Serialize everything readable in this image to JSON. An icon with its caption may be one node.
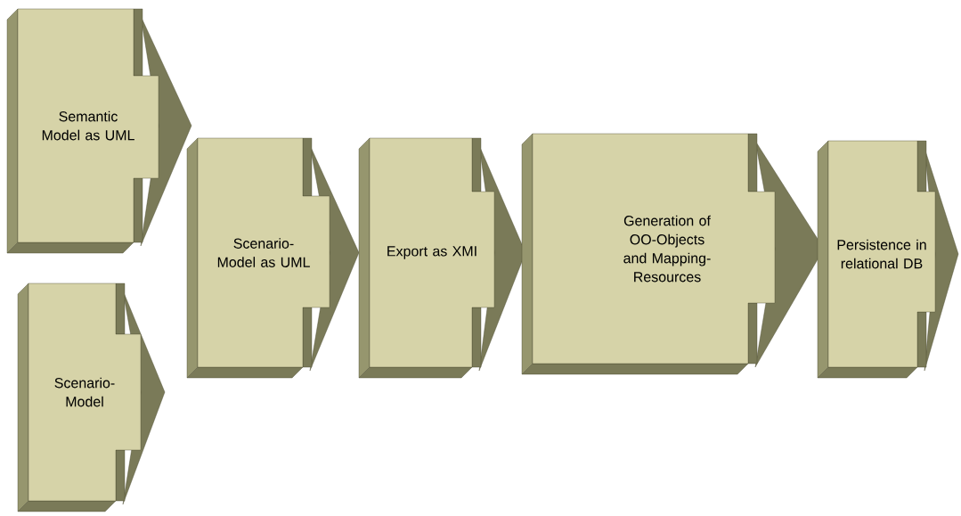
{
  "diagram": {
    "nodes": [
      {
        "text": [
          "Semantic Model as UML"
        ]
      },
      {
        "text": [
          "Scenario-Model"
        ]
      },
      {
        "text": [
          "Scenario-Model as UML"
        ]
      },
      {
        "text": [
          "Export as XMI"
        ]
      },
      {
        "text": [
          "Generation of OO-Objects and Mapping-Resources"
        ]
      },
      {
        "text": [
          "Persistence in relational DB"
        ]
      }
    ]
  }
}
